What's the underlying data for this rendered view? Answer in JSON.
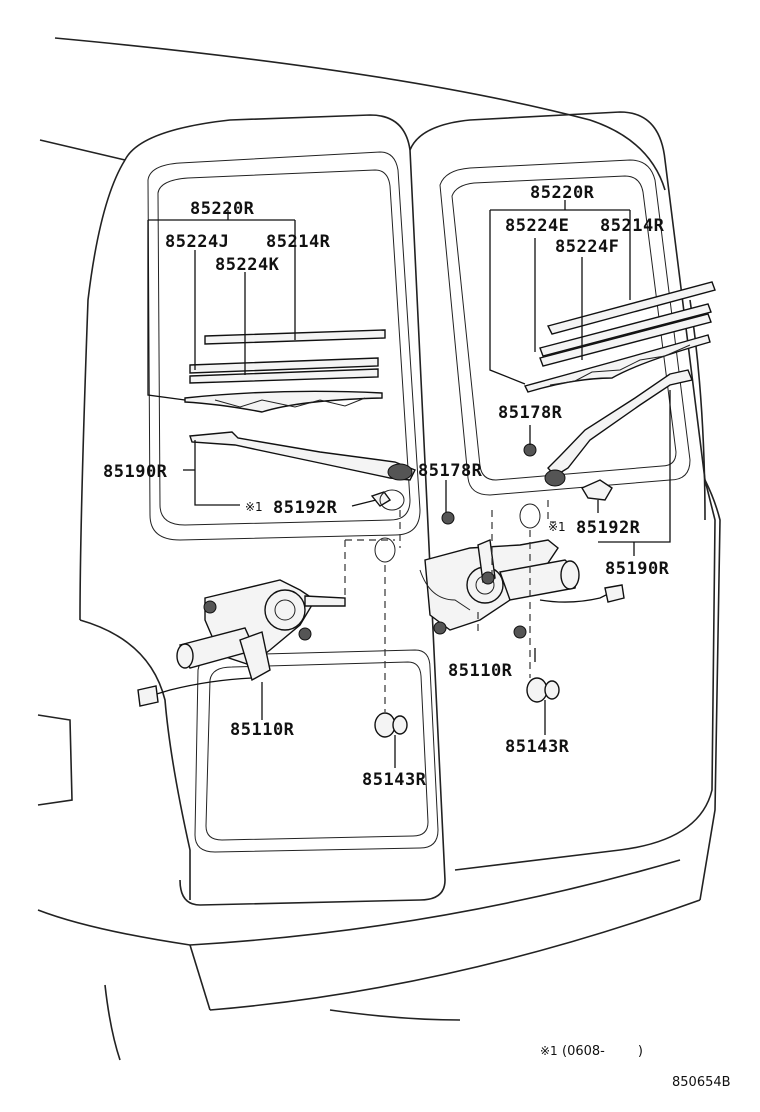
{
  "diagram": {
    "left_door": {
      "blade_assembly": "85220R",
      "blade_rubber": "85224J",
      "blade_refill": "85214R",
      "blade_backing": "85224K",
      "arm": "85190R",
      "arm_cap_mark": "※1",
      "arm_cap": "85192R",
      "motor": "85110R",
      "grommet": "85143R",
      "nut": "85178R"
    },
    "right_door": {
      "blade_assembly": "85220R",
      "blade_rubber_e": "85224E",
      "blade_refill": "85214R",
      "blade_rubber_f": "85224F",
      "nut": "85178R",
      "arm_cap_mark": "※1",
      "arm_cap": "85192R",
      "arm": "85190R",
      "motor": "85110R",
      "grommet": "85143R"
    },
    "footnote": {
      "mark": "※1",
      "range": "(0608-        )"
    },
    "illustration_code": "850654B"
  }
}
